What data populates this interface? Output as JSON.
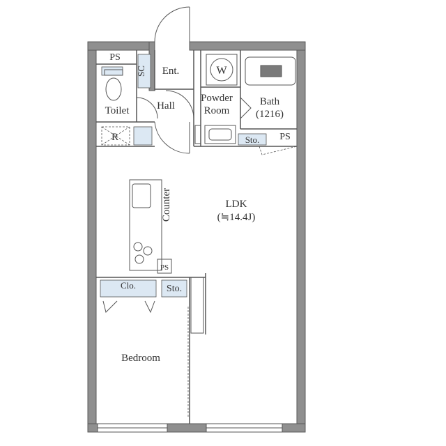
{
  "rooms": {
    "ps_top": "PS",
    "sc": "SC",
    "ent": "Ent.",
    "w": "W",
    "toilet": "Toilet",
    "hall": "Hall",
    "powder_room": [
      "Powder",
      "Room"
    ],
    "bath": [
      "Bath",
      "(1216)"
    ],
    "r": "R",
    "sto_upper": "Sto.",
    "ps_right": "PS",
    "counter": "Counter",
    "ldk": [
      "LDK",
      "(≒14.4J)"
    ],
    "ps_kitchen": "PS",
    "clo": "Clo.",
    "sto_lower": "Sto.",
    "bedroom": "Bedroom"
  },
  "colors": {
    "wall": "#8f8f8f",
    "wall_outline": "#5a5a5a",
    "storage_fill": "#dce8f3",
    "line": "#555555"
  }
}
